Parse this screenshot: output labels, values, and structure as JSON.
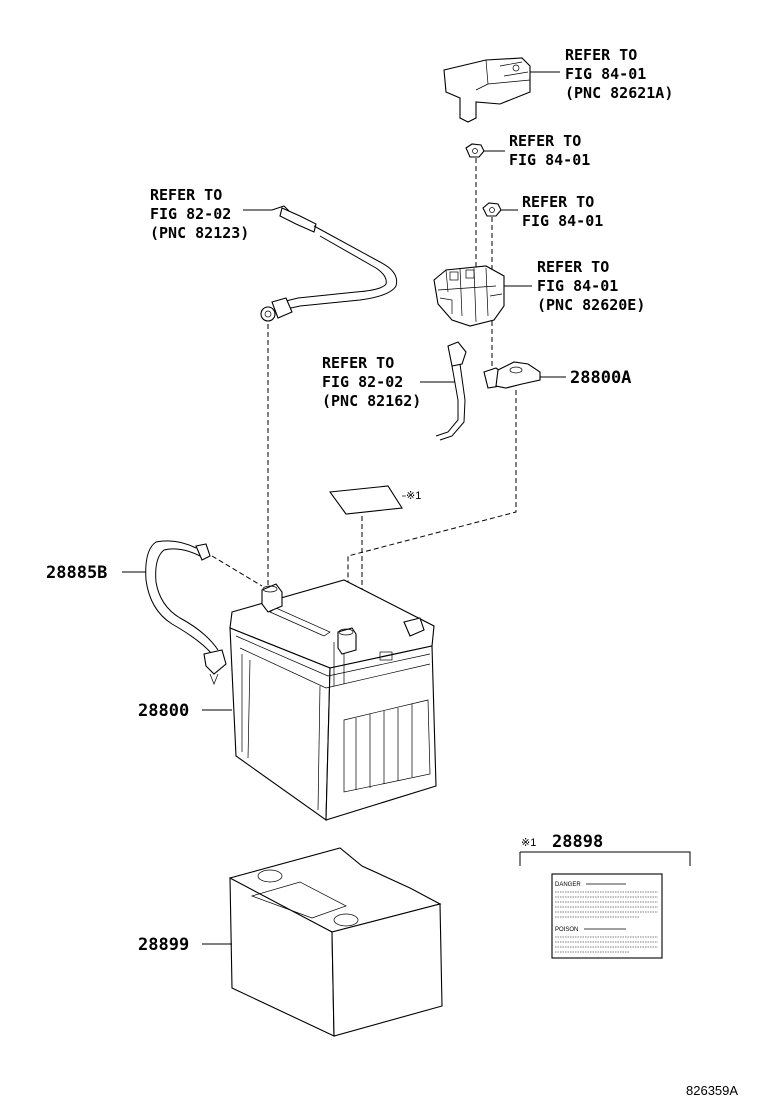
{
  "callouts": {
    "relay_top": [
      "REFER TO",
      "FIG 84-01",
      "(PNC 82621A)"
    ],
    "nut1": [
      "REFER TO",
      "FIG 84-01"
    ],
    "nut2": [
      "REFER TO",
      "FIG 84-01"
    ],
    "fuse_block": [
      "REFER TO",
      "FIG 84-01",
      "(PNC 82620E)"
    ],
    "pos_cable": [
      "REFER TO",
      "FIG 82-02",
      "(PNC 82123)"
    ],
    "wire": [
      "REFER TO",
      "FIG 82-02",
      "(PNC 82162)"
    ]
  },
  "parts": {
    "terminal": "28800A",
    "vent_hose": "28885B",
    "battery": "28800",
    "tray": "28899",
    "label": "28898"
  },
  "note_mark": "※1",
  "label_card": {
    "title_mark": "※1",
    "danger": "DANGER",
    "poison": "POISON"
  },
  "figure_id": "826359A"
}
